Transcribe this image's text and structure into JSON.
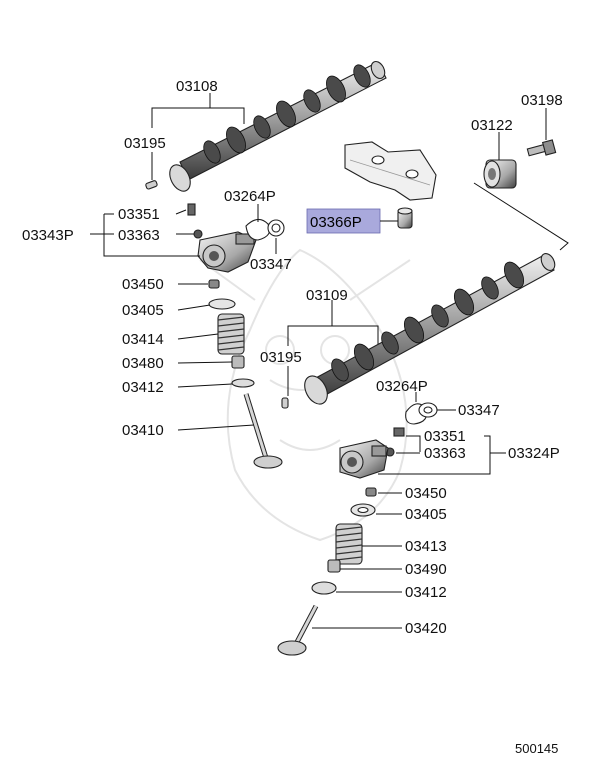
{
  "diagram": {
    "labels": {
      "p03108": "03108",
      "p03195_top": "03195",
      "p03198": "03198",
      "p03122": "03122",
      "p03351_left": "03351",
      "p03343P": "03343P",
      "p03363_left": "03363",
      "p03264P_left": "03264P",
      "p03347_left": "03347",
      "p03366P": "03366P",
      "p03450_left": "03450",
      "p03405_left": "03405",
      "p03414": "03414",
      "p03480": "03480",
      "p03412_left": "03412",
      "p03410": "03410",
      "p03109": "03109",
      "p03195_mid": "03195",
      "p03264P_right": "03264P",
      "p03347_right": "03347",
      "p03351_right": "03351",
      "p03363_right": "03363",
      "p03324P": "03324P",
      "p03450_right": "03450",
      "p03405_right": "03405",
      "p03413": "03413",
      "p03490": "03490",
      "p03412_right": "03412",
      "p03420": "03420",
      "figure_number": "500145"
    },
    "highlight_color": "#a9a9dc"
  }
}
